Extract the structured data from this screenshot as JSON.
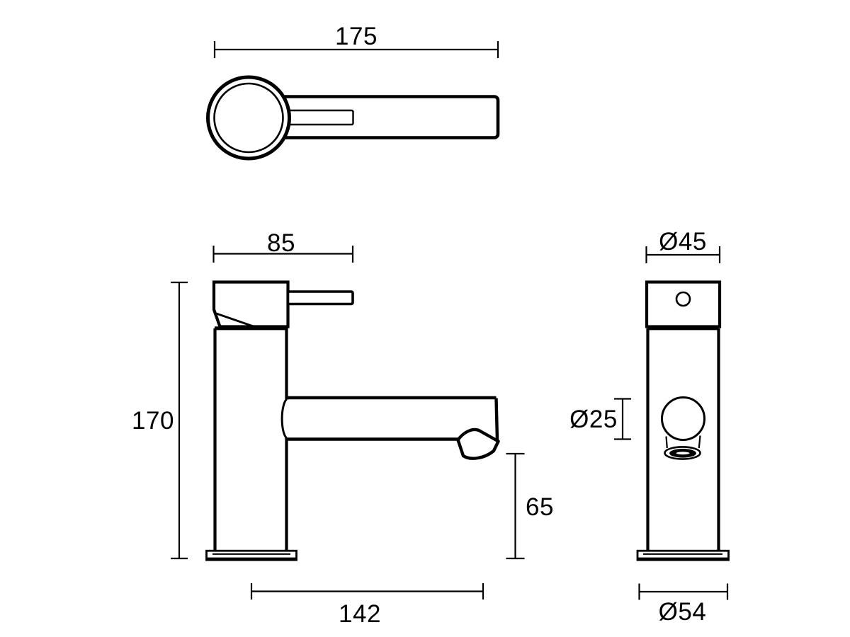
{
  "drawing": {
    "background_color": "#ffffff",
    "line_color": "#000000",
    "unit": "mm",
    "views": {
      "plan": {
        "dims": {
          "overall_length": "175"
        }
      },
      "side": {
        "dims": {
          "head_width": "85",
          "overall_height": "170",
          "outlet_clearance": "65",
          "spout_reach": "142"
        }
      },
      "front": {
        "dims": {
          "head_diameter": "Ø45",
          "outlet_diameter": "Ø25",
          "base_diameter": "Ø54"
        }
      }
    }
  }
}
